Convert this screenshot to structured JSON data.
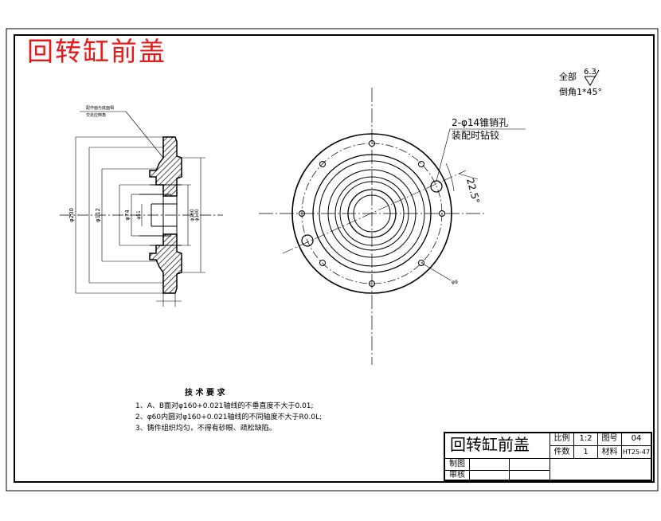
{
  "title": "回转缸前盖",
  "surface_note": {
    "prefix": "全部",
    "roughness": "6.3",
    "chamfer": "倒角1*45°"
  },
  "callouts": {
    "pin_hole_line1": "2-φ14锥销孔",
    "pin_hole_line2": "装配时钻铰",
    "angle": "22.5°",
    "small_hole": "φ9"
  },
  "section_dims": {
    "d200": "φ200",
    "d112": "φ112",
    "d74": "φ74",
    "d51": "φ51",
    "d160": "φ160",
    "d130": "φ130"
  },
  "tech_requirements": {
    "heading": "技 术 要 求",
    "items": [
      "1、A、B面对φ160+0.021轴线的不垂直度不大于0.01;",
      "2、φ60内圆对φ160+0.021轴线的不同轴度不大于R0.0L;",
      "3、铸件组织均匀，不得有砂眼、疏松缺陷。"
    ]
  },
  "title_block": {
    "name": "回转缸前盖",
    "scale_label": "比例",
    "scale_value": "1:2",
    "drawing_no_label": "图号",
    "drawing_no_value": "04",
    "qty_label": "件数",
    "qty_value": "1",
    "material_label": "材料",
    "material_value": "HT25-47",
    "drawn_label": "制图",
    "checked_label": "审核"
  }
}
